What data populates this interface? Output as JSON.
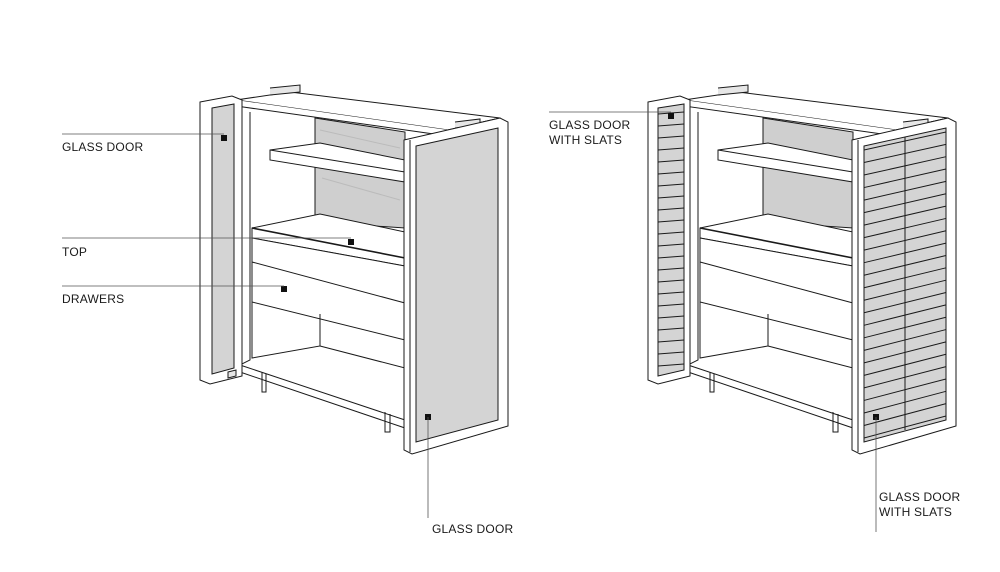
{
  "callouts": {
    "left_glass_door": "GLASS DOOR",
    "top": "TOP",
    "drawers": "DRAWERS",
    "bottom_glass_door": "GLASS DOOR",
    "slats_top": [
      "GLASS DOOR",
      "WITH SLATS"
    ],
    "slats_bottom": [
      "GLASS DOOR",
      "WITH SLATS"
    ]
  },
  "colors": {
    "line": "#1a1a1a",
    "glass": "#d4d4d4",
    "back_panel": "#cfcfcf",
    "shade": "#e6e6e6"
  }
}
